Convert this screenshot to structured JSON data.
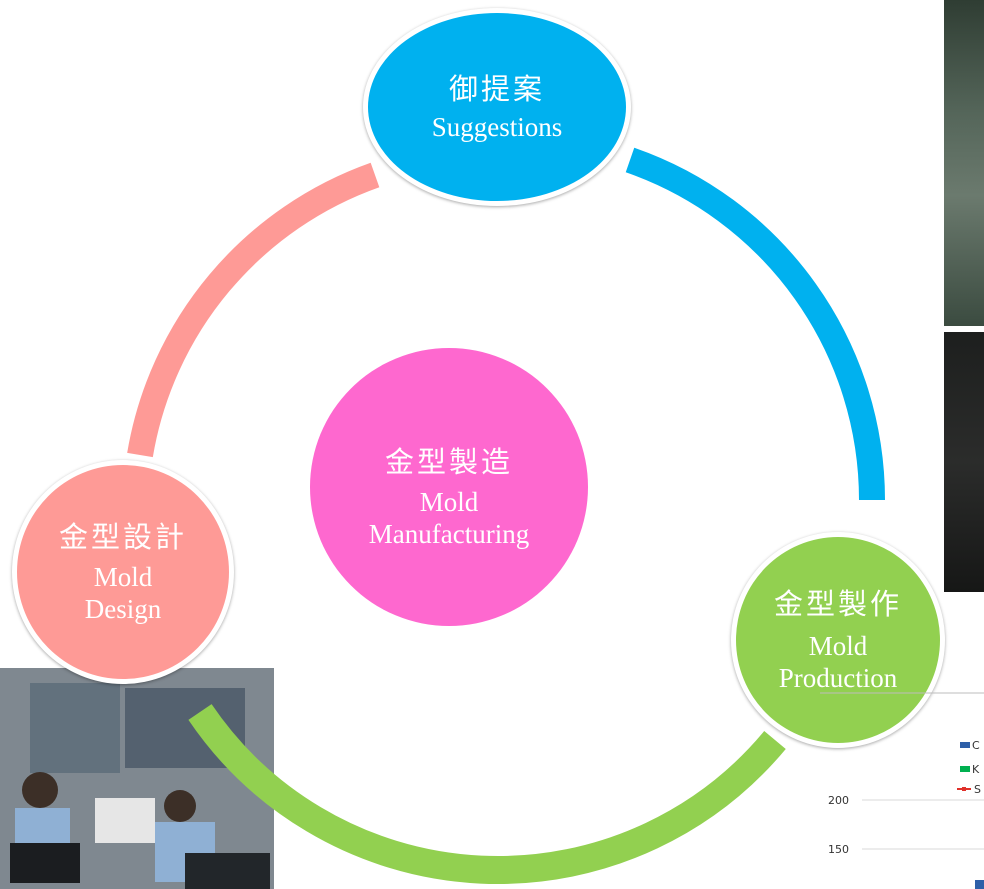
{
  "diagram": {
    "center": {
      "label_jp": "金型製造",
      "label_en": "Mold\nManufacturing",
      "color": "#fe68cf"
    },
    "nodes": [
      {
        "id": "suggestions",
        "label_jp": "御提案",
        "label_en": "Suggestions",
        "color": "#00b1ef"
      },
      {
        "id": "mold-design",
        "label_jp": "金型設計",
        "label_en": "Mold\nDesign",
        "color": "#fe9a96"
      },
      {
        "id": "mold-production",
        "label_jp": "金型製作",
        "label_en": "Mold\nProduction",
        "color": "#92d050"
      }
    ],
    "ring_colors": {
      "left_arc": "#fe9a96",
      "right_arc": "#00b1ef",
      "bottom_arc": "#92d050"
    }
  },
  "chart_fragment": {
    "legend_letters": [
      "C",
      "K",
      "S"
    ],
    "legend_colors": [
      "#2e5fa8",
      "#00b050",
      "#e0302a"
    ],
    "ticks": [
      "200",
      "150"
    ]
  }
}
